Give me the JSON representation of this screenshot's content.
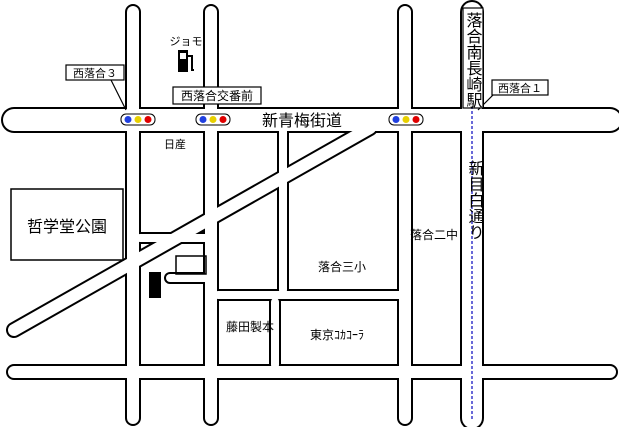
{
  "map": {
    "roads": {
      "main_road": "新青梅街道",
      "vertical_road": "新目白通り"
    },
    "intersections": {
      "nishi_ochiai_3": "西落合３",
      "nishi_ochiai_1": "西落合１"
    },
    "station": "落合南長崎駅",
    "landmarks": {
      "police_box": "西落合交番前",
      "gas_station": "ジョモ",
      "nissan": "日産",
      "park": "哲学堂公園",
      "school_ochiai_2": "落合二中",
      "school_ochiai_3": "落合三小",
      "fujita": "藤田製本",
      "cocacola": "東京ｺｶｺｰﾗ"
    },
    "colors": {
      "road_fill": "#ffffff",
      "road_outline": "#000000",
      "signal_red": "#e00000",
      "signal_yellow": "#e8d000",
      "signal_blue": "#2040e0",
      "subway_line": "#6a6ad8",
      "building": "#000000"
    }
  }
}
